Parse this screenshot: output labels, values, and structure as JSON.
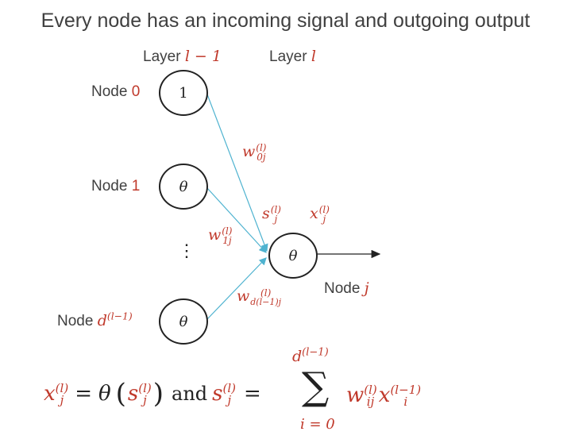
{
  "title": "Every node has an incoming signal and outgoing output",
  "layers": {
    "prev": {
      "text": "Layer ",
      "var": "l − 1"
    },
    "curr": {
      "text": "Layer ",
      "var": "l"
    }
  },
  "nodes": {
    "node0": {
      "label": "Node ",
      "index": "0",
      "value": "1"
    },
    "node1": {
      "label": "Node ",
      "index": "1",
      "value": "θ"
    },
    "nodeD": {
      "label": "Node ",
      "index_base": "d",
      "index_sup": "(l−1)",
      "value": "θ"
    },
    "nodeJ": {
      "label": "Node ",
      "index": "j",
      "value": "θ"
    },
    "ellipsis": "⋮"
  },
  "weights": {
    "w0j": {
      "base": "w",
      "sup": "(l)",
      "sub": "0j"
    },
    "w1j": {
      "base": "w",
      "sup": "(l)",
      "sub": "1j"
    },
    "wdj": {
      "base": "w",
      "sup": "(l)",
      "sub": "d(l−1)j"
    }
  },
  "signals": {
    "s": {
      "base": "s",
      "sup": "(l)",
      "sub": "j"
    },
    "x": {
      "base": "x",
      "sup": "(l)",
      "sub": "j"
    }
  },
  "formula": {
    "lhs": {
      "base": "x",
      "sup": "(l)",
      "sub": "j"
    },
    "equals1": "=",
    "theta": "θ",
    "paren_open": "(",
    "paren_close": ")",
    "s_inner": {
      "base": "s",
      "sup": "(l)",
      "sub": "j"
    },
    "and": "and",
    "s_lhs": {
      "base": "s",
      "sup": "(l)",
      "sub": "j"
    },
    "equals2": "=",
    "sum_upper": {
      "base": "d",
      "sup": "(l−1)"
    },
    "sum_symbol": "∑",
    "sum_lower": "i = 0",
    "w_term": {
      "base": "w",
      "sup": "(l)",
      "sub": "ij"
    },
    "x_term": {
      "base": "x",
      "sup": "(l−1)",
      "sub": "i"
    }
  },
  "colors": {
    "accent": "#c0392b",
    "edge": "#4fb3d0",
    "arrow": "#222222",
    "text": "#404040"
  }
}
